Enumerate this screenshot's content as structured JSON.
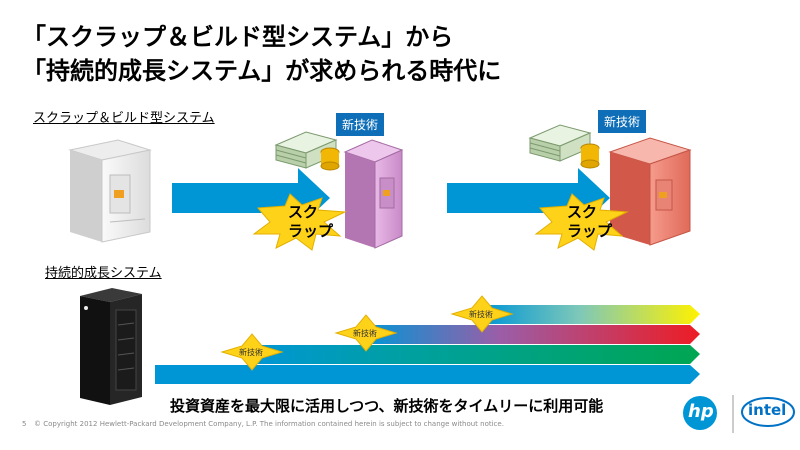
{
  "slide": {
    "title_line1": "「スクラップ＆ビルド型システム」から",
    "title_line2": "「持続的成長システム」が求められる時代に",
    "section1_label": "スクラップ＆ビルド型システム",
    "section2_label": "持続的成長システム",
    "new_tech_label": "新技術",
    "scrap_line1": "スク",
    "scrap_line2": "ラップ",
    "caption": "投資資産を最大限に活用しつつ、新技術をタイムリーに利用可能",
    "page_number": "5",
    "copyright": "© Copyright 2012 Hewlett-Packard Development Company, L.P.  The information contained herein is subject to change without notice.",
    "hp_logo": "hp",
    "intel_logo": "intel"
  },
  "colors": {
    "arrow_blue": "#0096d6",
    "tag_blue": "#0e6eb8",
    "burst_yellow": "#ffd21a",
    "server_purple": "#d79fd6",
    "server_red": "#ef8272",
    "band_green": "#00a651",
    "band_red": "#ed1c24",
    "band_yellow": "#fff200"
  }
}
